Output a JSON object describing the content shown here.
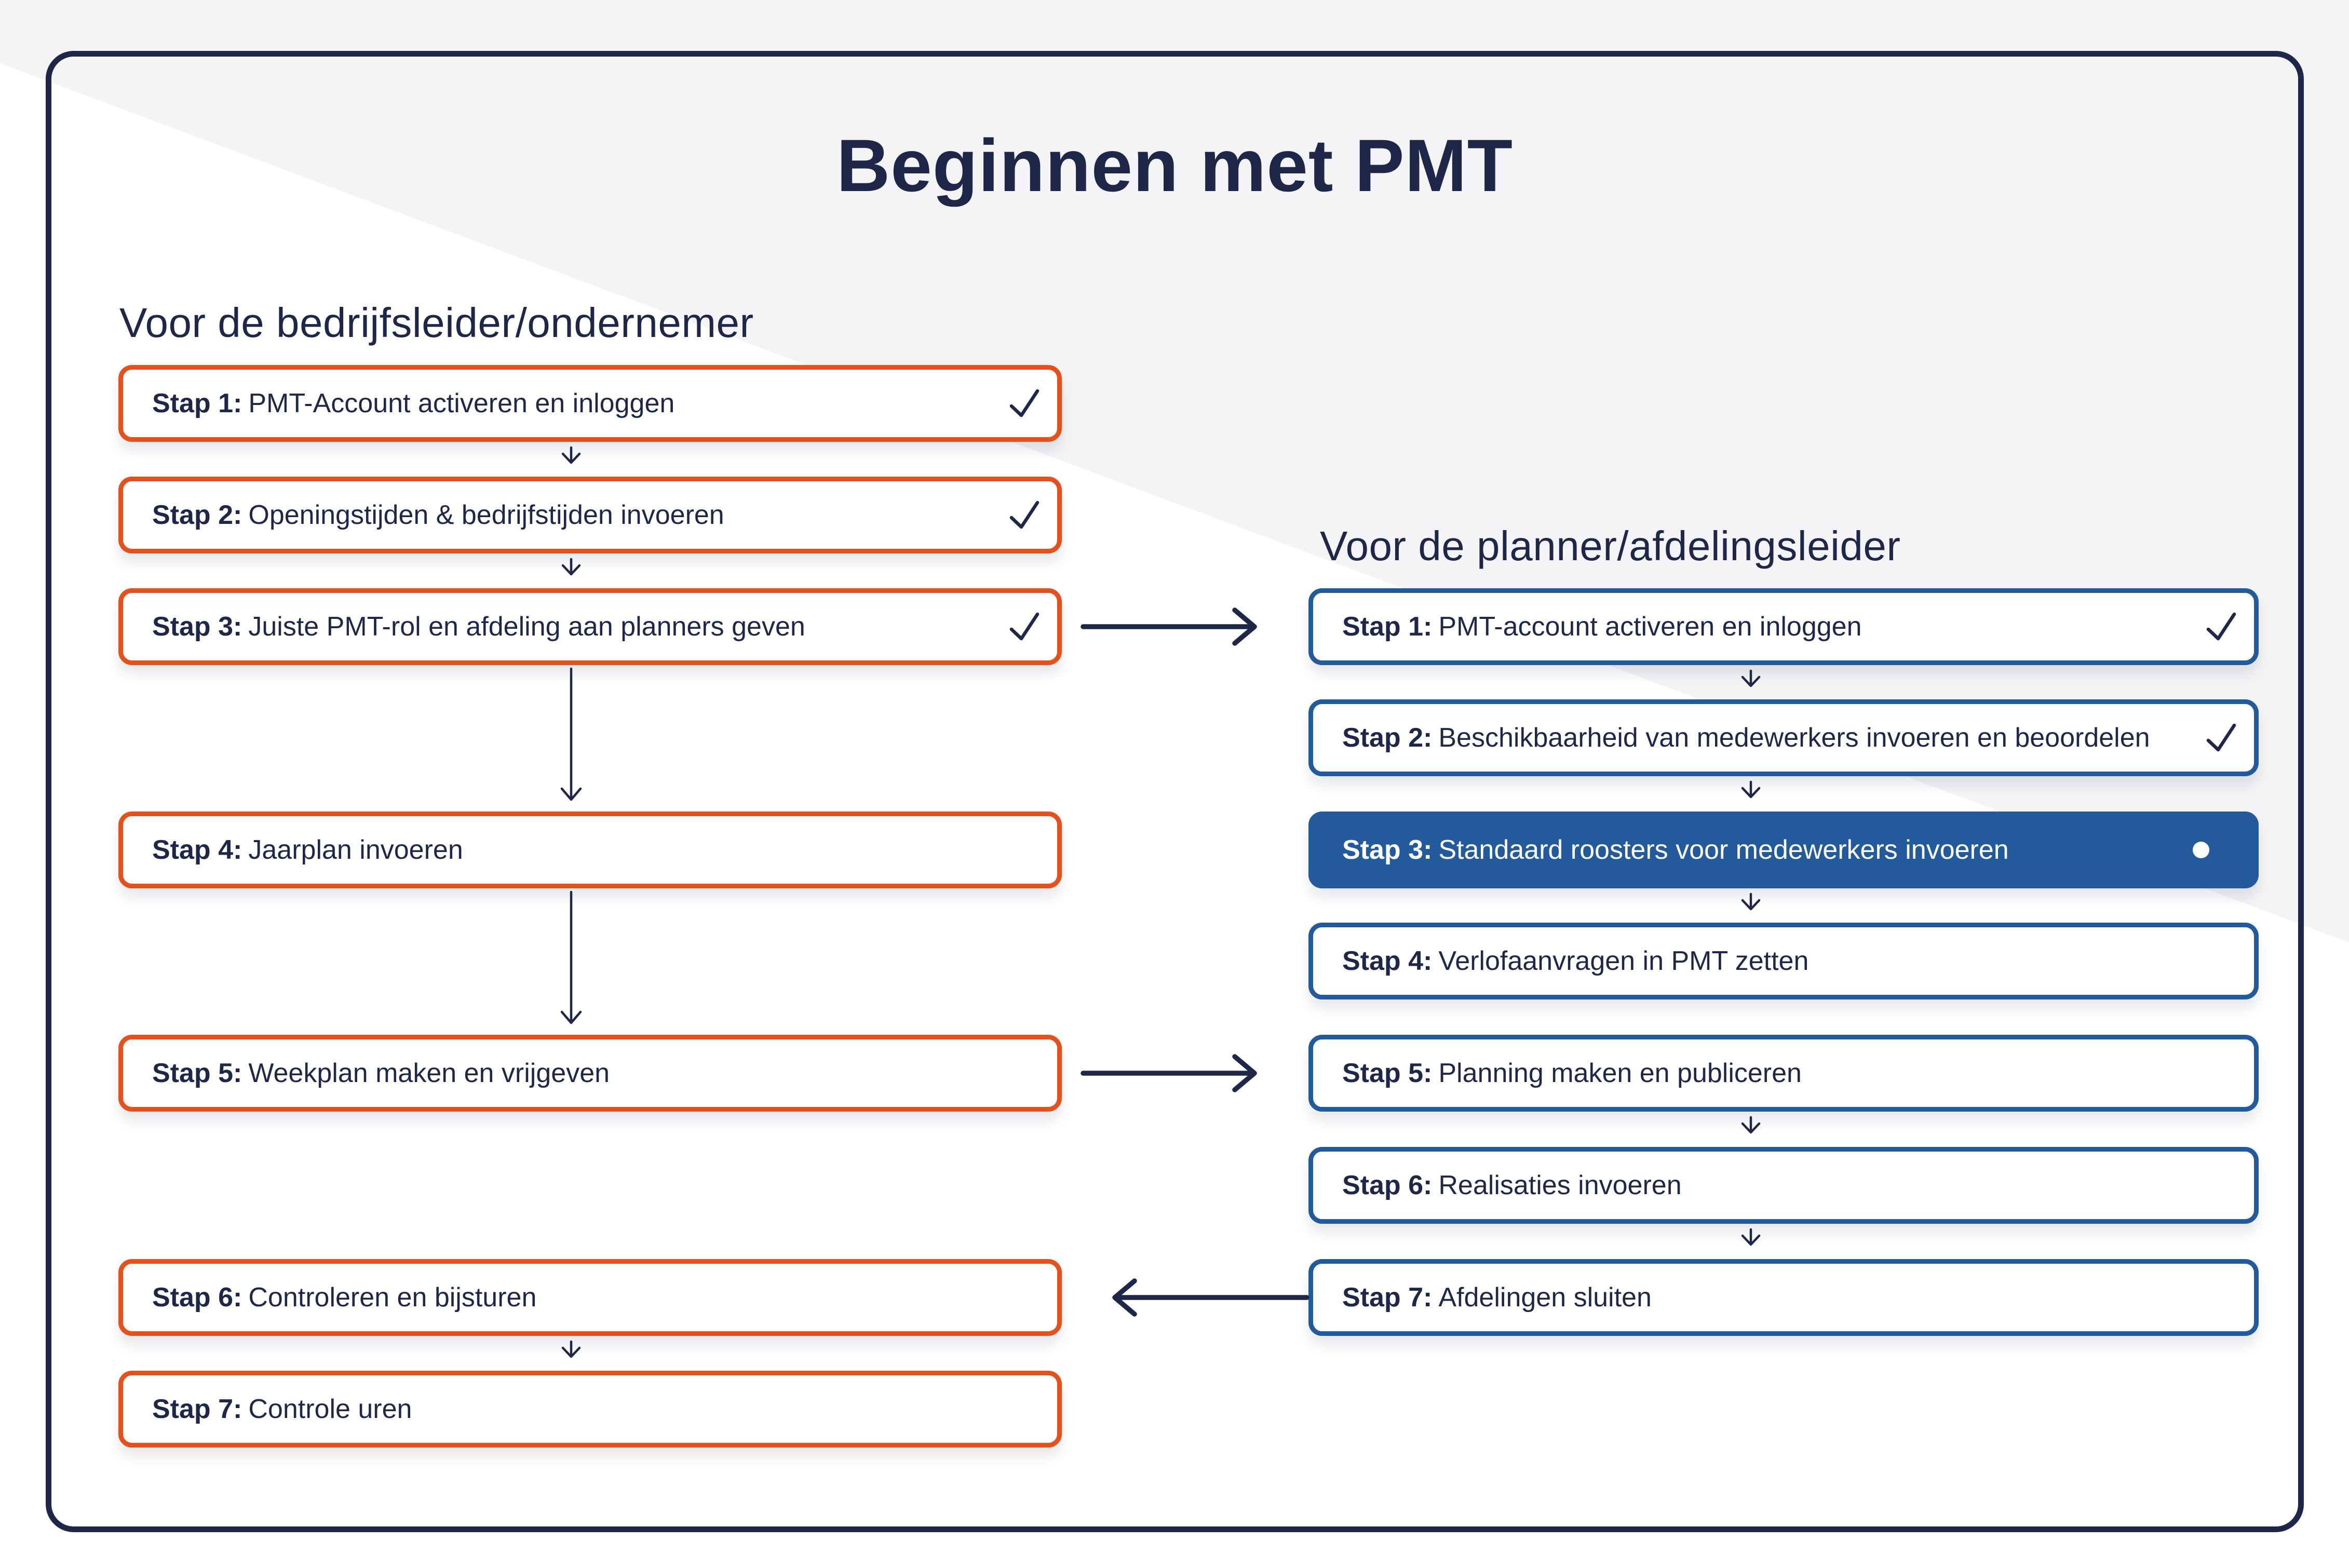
{
  "title": "Beginnen met PMT",
  "colors": {
    "navy": "#1f2749",
    "orange_accent": "#e4511c",
    "blue_accent": "#235a9b",
    "background_gray": "#f4f4f6",
    "box_background": "#ffffff"
  },
  "columns": {
    "left": {
      "header": "Voor de bedrijfsleider/ondernemer",
      "steps": [
        {
          "prefix": "Stap 1:",
          "label": "PMT-Account activeren en inloggen",
          "status": "done"
        },
        {
          "prefix": "Stap 2:",
          "label": "Openingstijden & bedrijfstijden invoeren",
          "status": "done"
        },
        {
          "prefix": "Stap 3:",
          "label": "Juiste PMT-rol en afdeling aan planners geven",
          "status": "done"
        },
        {
          "prefix": "Stap 4:",
          "label": "Jaarplan invoeren",
          "status": "todo"
        },
        {
          "prefix": "Stap 5:",
          "label": "Weekplan maken en vrijgeven",
          "status": "todo"
        },
        {
          "prefix": "Stap 6:",
          "label": "Controleren en bijsturen",
          "status": "todo"
        },
        {
          "prefix": "Stap 7:",
          "label": "Controle uren",
          "status": "todo"
        }
      ]
    },
    "right": {
      "header": "Voor de planner/afdelingsleider",
      "steps": [
        {
          "prefix": "Stap 1:",
          "label": "PMT-account activeren en inloggen",
          "status": "done"
        },
        {
          "prefix": "Stap 2:",
          "label": "Beschikbaarheid van medewerkers invoeren en beoordelen",
          "status": "done"
        },
        {
          "prefix": "Stap 3:",
          "label": "Standaard roosters voor medewerkers invoeren",
          "status": "current"
        },
        {
          "prefix": "Stap 4:",
          "label": "Verlofaanvragen in PMT zetten",
          "status": "todo"
        },
        {
          "prefix": "Stap 5:",
          "label": "Planning maken en publiceren",
          "status": "todo"
        },
        {
          "prefix": "Stap 6:",
          "label": "Realisaties invoeren",
          "status": "todo"
        },
        {
          "prefix": "Stap 7:",
          "label": "Afdelingen sluiten",
          "status": "todo"
        }
      ]
    }
  },
  "connections": {
    "cross_links": [
      "left step 3 to right step 1",
      "left step 5 to right step 5",
      "right step 7 to left step 6"
    ]
  },
  "icons": {
    "done": "check-icon",
    "current": "dot-indicator",
    "flow": "arrow-down-icon"
  }
}
